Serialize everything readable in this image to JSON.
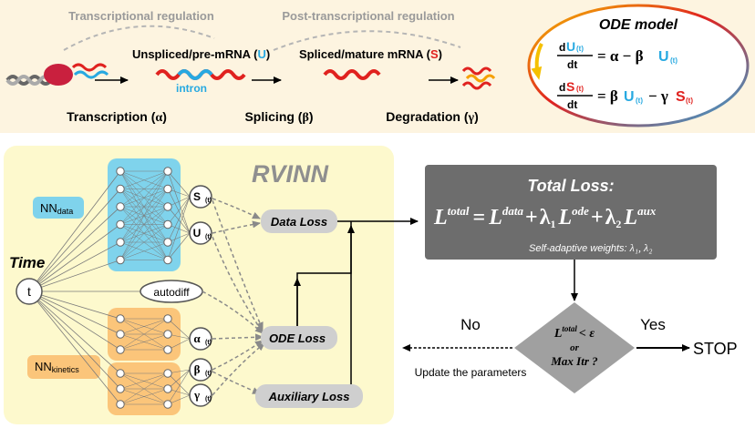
{
  "top": {
    "transcriptional_label": "Transcriptional regulation",
    "post_transcriptional_label": "Post-transcriptional regulation",
    "unspliced_label": "Unspliced/pre-mRNA (",
    "unspliced_sym": "U",
    "spliced_label": "Spliced/mature mRNA (",
    "spliced_sym": "S",
    "close_paren": ")",
    "intron_label": "intron",
    "transcription_label": "Transcription (",
    "transcription_sym": "α",
    "splicing_label": "Splicing (",
    "splicing_sym": "β",
    "degradation_label": "Degradation (",
    "degradation_sym": "γ"
  },
  "ode": {
    "title": "ODE model",
    "d": "d",
    "dt": "dt",
    "U": "U",
    "S": "S",
    "t_sub": "(t)",
    "eq1_rhs_a": "= α − β",
    "eq2_rhs_a": "= β",
    "eq2_rhs_b": "− γ"
  },
  "rvinn": {
    "title": "RVINN",
    "time_label": "Time",
    "t_node": "t",
    "nn_data": "NN",
    "nn_data_sub": "data",
    "nn_kinetics": "NN",
    "nn_kinetics_sub": "kinetics",
    "autodiff": "autodiff",
    "out_S": "S",
    "out_U": "U",
    "out_alpha": "α",
    "out_beta": "β",
    "out_gamma": "γ",
    "sub_t": "(t)"
  },
  "losses": {
    "data_loss": "Data Loss",
    "ode_loss": "ODE Loss",
    "aux_loss": "Auxiliary Loss"
  },
  "total": {
    "title": "Total Loss:",
    "L": "L",
    "sup_total": "total",
    "eq": "=",
    "sup_data": "data",
    "plus": "+",
    "lambda": "λ",
    "one": "1",
    "two": "2",
    "sup_ode": "ode",
    "sup_aux": "aux",
    "weights_label": "Self-adaptive weights:",
    "weights_syms": "λ₁, λ₂"
  },
  "decision": {
    "lt_eps": "< ε",
    "or": "or",
    "max_itr": "Max Itr ?",
    "no": "No",
    "yes": "Yes",
    "stop": "STOP",
    "update": "Update the parameters"
  },
  "colors": {
    "top_bg": "#fdf4e0",
    "rvinn_bg": "#fdf9cd",
    "blue": "#27a9e1",
    "red": "#e0221f",
    "cyan_box": "#7fd3ec",
    "orange_box": "#fbc57a",
    "gray_box": "#6d6d6d",
    "loss_box": "#cfcfcf",
    "yellow_arc": "#f5c000",
    "title_gray": "#9a9a9a"
  }
}
